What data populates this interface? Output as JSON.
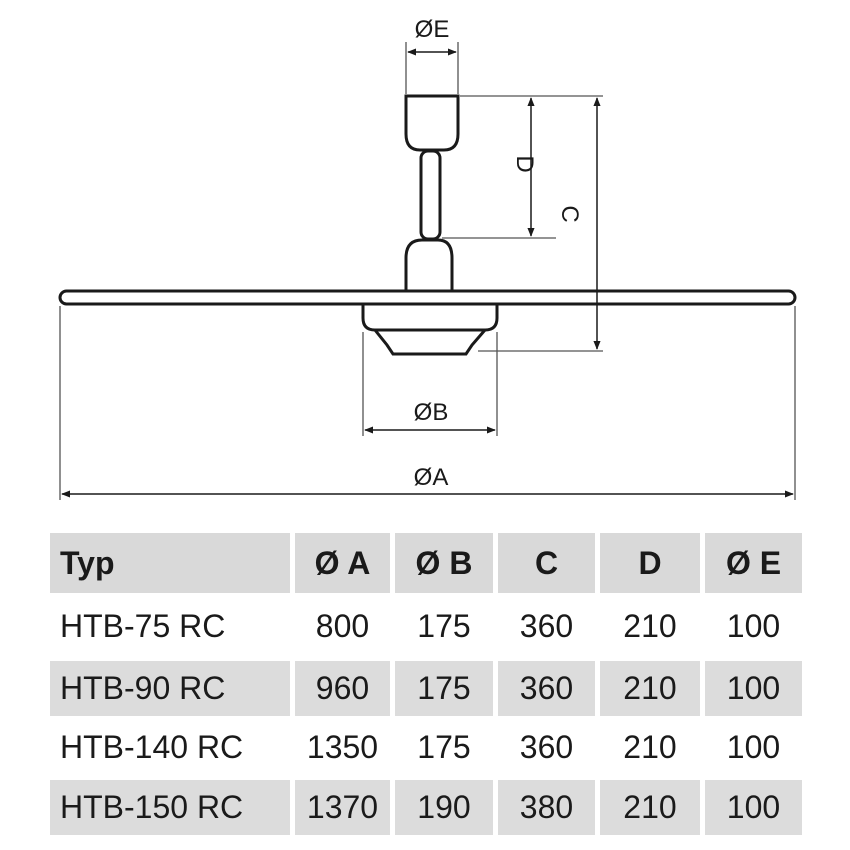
{
  "drawing": {
    "labels": {
      "dia_e": "ØE",
      "dim_d": "D",
      "dim_c": "C",
      "dia_b": "ØB",
      "dia_a": "ØA"
    }
  },
  "table": {
    "headers": [
      "Typ",
      "Ø A",
      "Ø B",
      "C",
      "D",
      "Ø E"
    ],
    "rows": [
      [
        "HTB-75 RC",
        "800",
        "175",
        "360",
        "210",
        "100"
      ],
      [
        "HTB-90 RC",
        "960",
        "175",
        "360",
        "210",
        "100"
      ],
      [
        "HTB-140 RC",
        "1350",
        "175",
        "360",
        "210",
        "100"
      ],
      [
        "HTB-150 RC",
        "1370",
        "190",
        "380",
        "210",
        "100"
      ]
    ]
  }
}
